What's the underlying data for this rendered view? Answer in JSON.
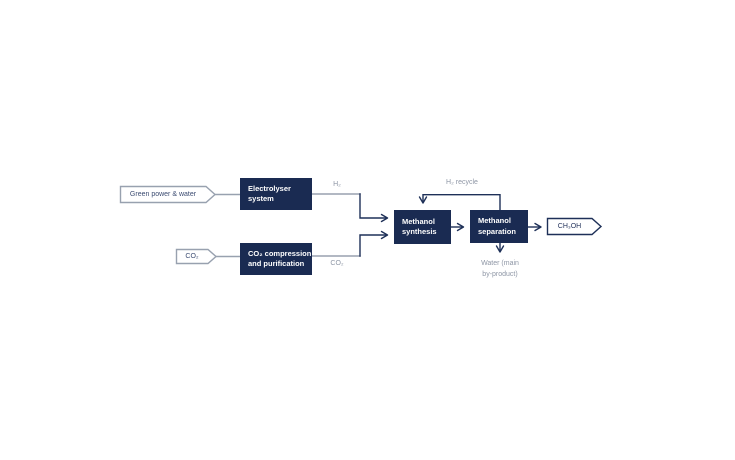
{
  "diagram": {
    "colors": {
      "box_navy": "#1a2b52",
      "line_navy": "#1e3058",
      "line_gray": "#98a1af",
      "label_gray": "#8e96a5",
      "input_text_navy": "#3c4c72",
      "background": "#ffffff"
    },
    "inputs": [
      {
        "label": "Green power & water"
      },
      {
        "label": "CO₂"
      }
    ],
    "process_boxes": [
      {
        "label": "Electrolyser\nsystem"
      },
      {
        "label": "CO₂ compression\nand purification"
      },
      {
        "label": "Methanol\nsynthesis"
      },
      {
        "label": "Methanol\nseparation"
      }
    ],
    "stream_labels": {
      "h2": "H₂",
      "co2": "CO₂",
      "h2_recycle": "H₂ recycle",
      "water_byproduct": "Water (main\nby-product)"
    },
    "output": {
      "label": "CH₃OH"
    }
  }
}
